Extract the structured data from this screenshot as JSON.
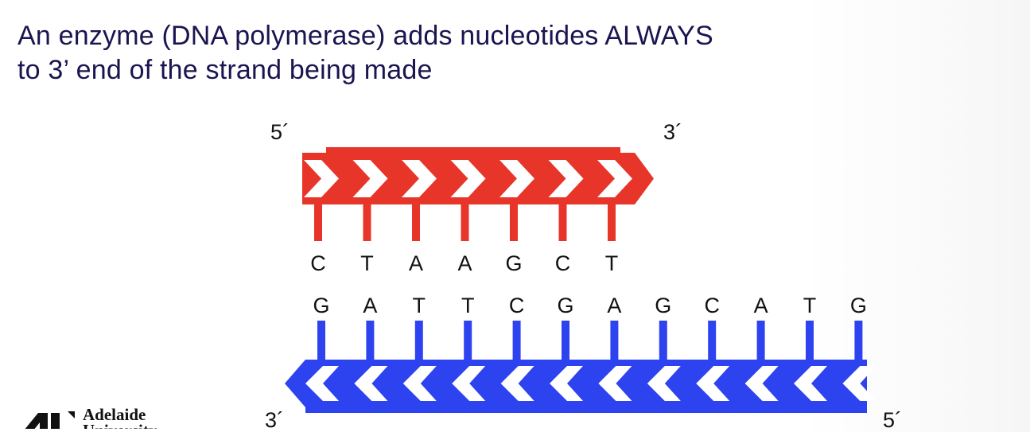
{
  "title": {
    "line1": "An enzyme (DNA polymerase) adds nucleotides ALWAYS",
    "line2": "to 3’ end of the strand being made"
  },
  "top_strand": {
    "label_5": "5´",
    "label_3": "3´",
    "bases": [
      "C",
      "T",
      "A",
      "A",
      "G",
      "C",
      "T"
    ],
    "color": "#e8352a"
  },
  "bottom_strand": {
    "label_3": "3´",
    "label_5": "5´",
    "bases": [
      "G",
      "A",
      "T",
      "T",
      "C",
      "G",
      "A",
      "G",
      "C",
      "A",
      "T",
      "G"
    ],
    "color": "#2e43f0"
  },
  "logo": {
    "name_line1": "Adelaide",
    "name_line2": "University"
  }
}
